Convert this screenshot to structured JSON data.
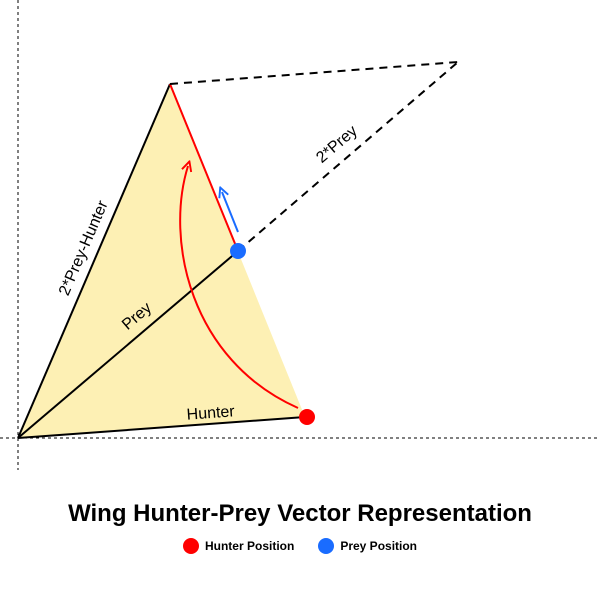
{
  "labels": {
    "two_prey_minus_hunter": "2*Prey-Hunter",
    "prey": "Prey",
    "two_prey": "2*Prey",
    "hunter": "Hunter"
  },
  "title": "Wing Hunter-Prey Vector Representation",
  "legend": [
    {
      "label": "Hunter Position",
      "color": "#ff0000"
    },
    {
      "label": "Prey Position",
      "color": "#1a6cff"
    }
  ],
  "colors": {
    "triangle_fill": "#fdf0b4",
    "hunter_point": "#ff0000",
    "prey_point": "#1a6cff",
    "red_path": "#ff0000",
    "blue_arrow": "#1a6cff"
  }
}
